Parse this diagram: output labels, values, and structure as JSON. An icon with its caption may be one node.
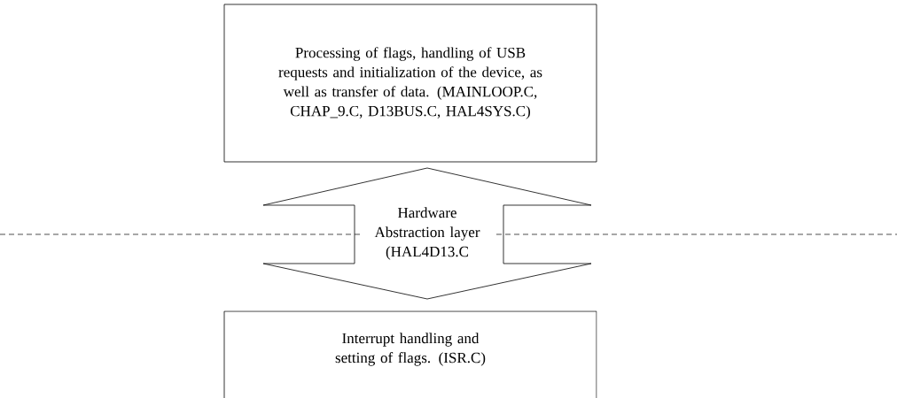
{
  "diagram": {
    "nodes": [
      {
        "text": [
          "Processing of flags, handling of USB requests and initialization of the device, as well as transfer of data. (MAINLOOP.C, CHAP_9.C, D13BUS.C, HAL4SYS.C)"
        ]
      },
      {
        "text": [
          "Hardware Abstraction layer (HAL4D13.C"
        ]
      },
      {
        "text": [
          "Interrupt handling and setting of flags. (ISR.C)"
        ]
      }
    ]
  }
}
